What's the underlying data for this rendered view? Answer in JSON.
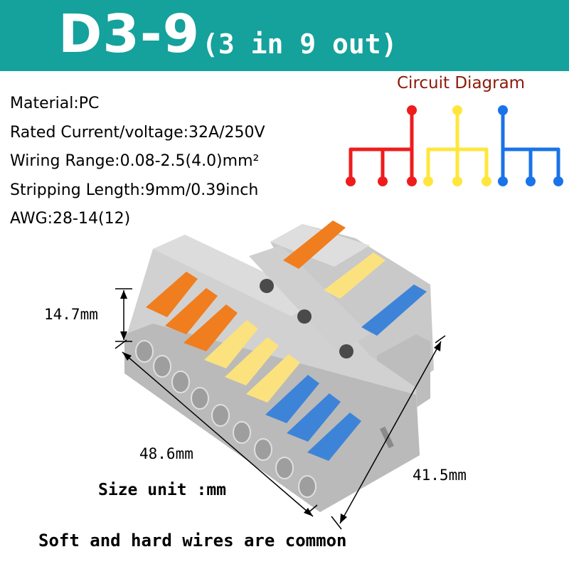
{
  "header": {
    "model": "D3-9",
    "subtitle": "(3 in 9 out)",
    "background_color": "#15a19c"
  },
  "specs": {
    "material": "Material:PC",
    "rated": "Rated Current/voltage:32A/250V",
    "wiring": "Wiring Range:0.08-2.5(4.0)mm²",
    "stripping": "Stripping Length:9mm/0.39inch",
    "awg": "AWG:28-14(12)"
  },
  "circuit_diagram": {
    "label": "Circuit Diagram",
    "groups": [
      {
        "color": "#ee1c1c",
        "inputs": 1,
        "outputs": 3
      },
      {
        "color": "#ffe63c",
        "inputs": 1,
        "outputs": 3
      },
      {
        "color": "#1a73e8",
        "inputs": 1,
        "outputs": 3
      }
    ]
  },
  "dimensions": {
    "height": "14.7mm",
    "length": "48.6mm",
    "depth": "41.5mm"
  },
  "size_unit": "Size unit :mm",
  "footer_note": "Soft and hard wires are common",
  "lever_colors": {
    "orange": "#f07d1e",
    "yellow": "#fbe27e",
    "blue": "#3d84d8"
  }
}
